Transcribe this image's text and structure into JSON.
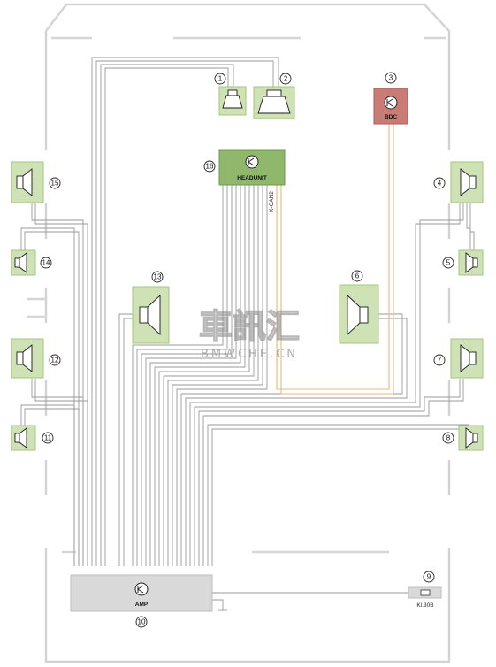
{
  "components": {
    "c1": {
      "number": "1"
    },
    "c2": {
      "number": "2"
    },
    "c3": {
      "number": "3",
      "label": "BDC"
    },
    "c4": {
      "number": "4"
    },
    "c5": {
      "number": "5"
    },
    "c6": {
      "number": "6"
    },
    "c7": {
      "number": "7"
    },
    "c8": {
      "number": "8"
    },
    "c9": {
      "number": "9",
      "label": "Kl.30B"
    },
    "c10": {
      "number": "10",
      "label": "AMP"
    },
    "c11": {
      "number": "11"
    },
    "c12": {
      "number": "12"
    },
    "c13": {
      "number": "13"
    },
    "c14": {
      "number": "14"
    },
    "c15": {
      "number": "15"
    },
    "c16": {
      "number": "16",
      "label": "HEADUNIT"
    }
  },
  "bus_label": "K-CAN2",
  "watermark": {
    "main": "車訊汇",
    "sub": "BMWCHE.CN"
  },
  "colors": {
    "speaker_fill": "#cfe2b5",
    "headunit_fill": "#8fb86c",
    "bdc_fill": "#c97b76",
    "amp_fill": "#d9d9d9",
    "can_wire": "#e8b87c",
    "wire": "#9a9a9a",
    "outline": "#d3d3d3"
  }
}
